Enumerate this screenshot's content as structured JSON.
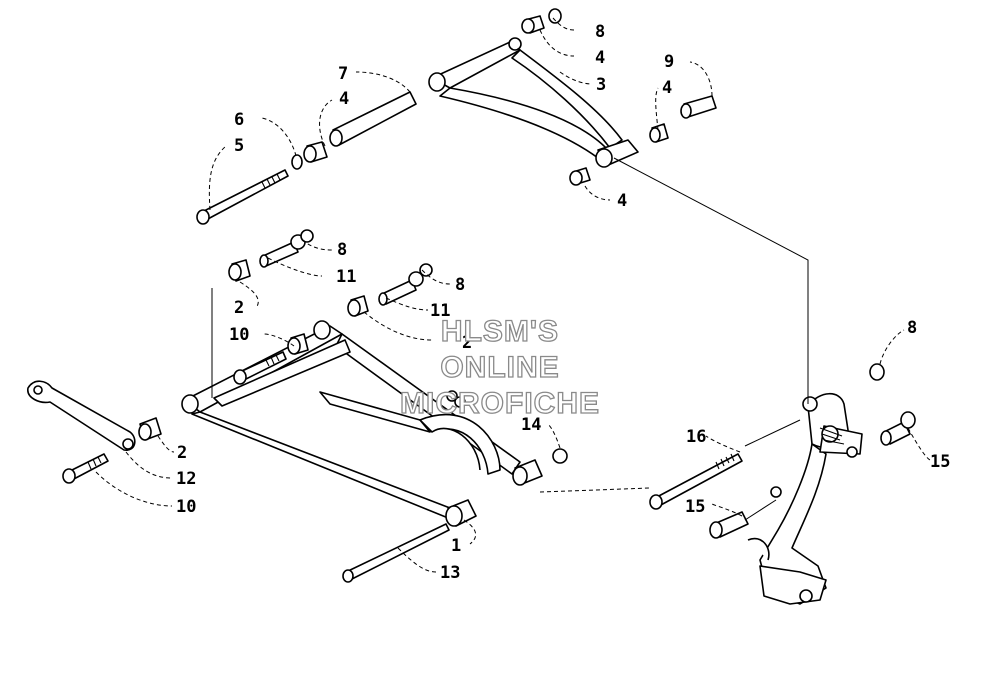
{
  "watermark": {
    "lines": [
      "HLSM'S",
      "ONLINE",
      "MICROFICHE"
    ]
  },
  "callouts": [
    "1",
    "2",
    "2",
    "2",
    "3",
    "4",
    "4",
    "4",
    "4",
    "5",
    "6",
    "7",
    "8",
    "8",
    "8",
    "8",
    "9",
    "10",
    "10",
    "11",
    "11",
    "12",
    "13",
    "14",
    "15",
    "15",
    "16"
  ]
}
